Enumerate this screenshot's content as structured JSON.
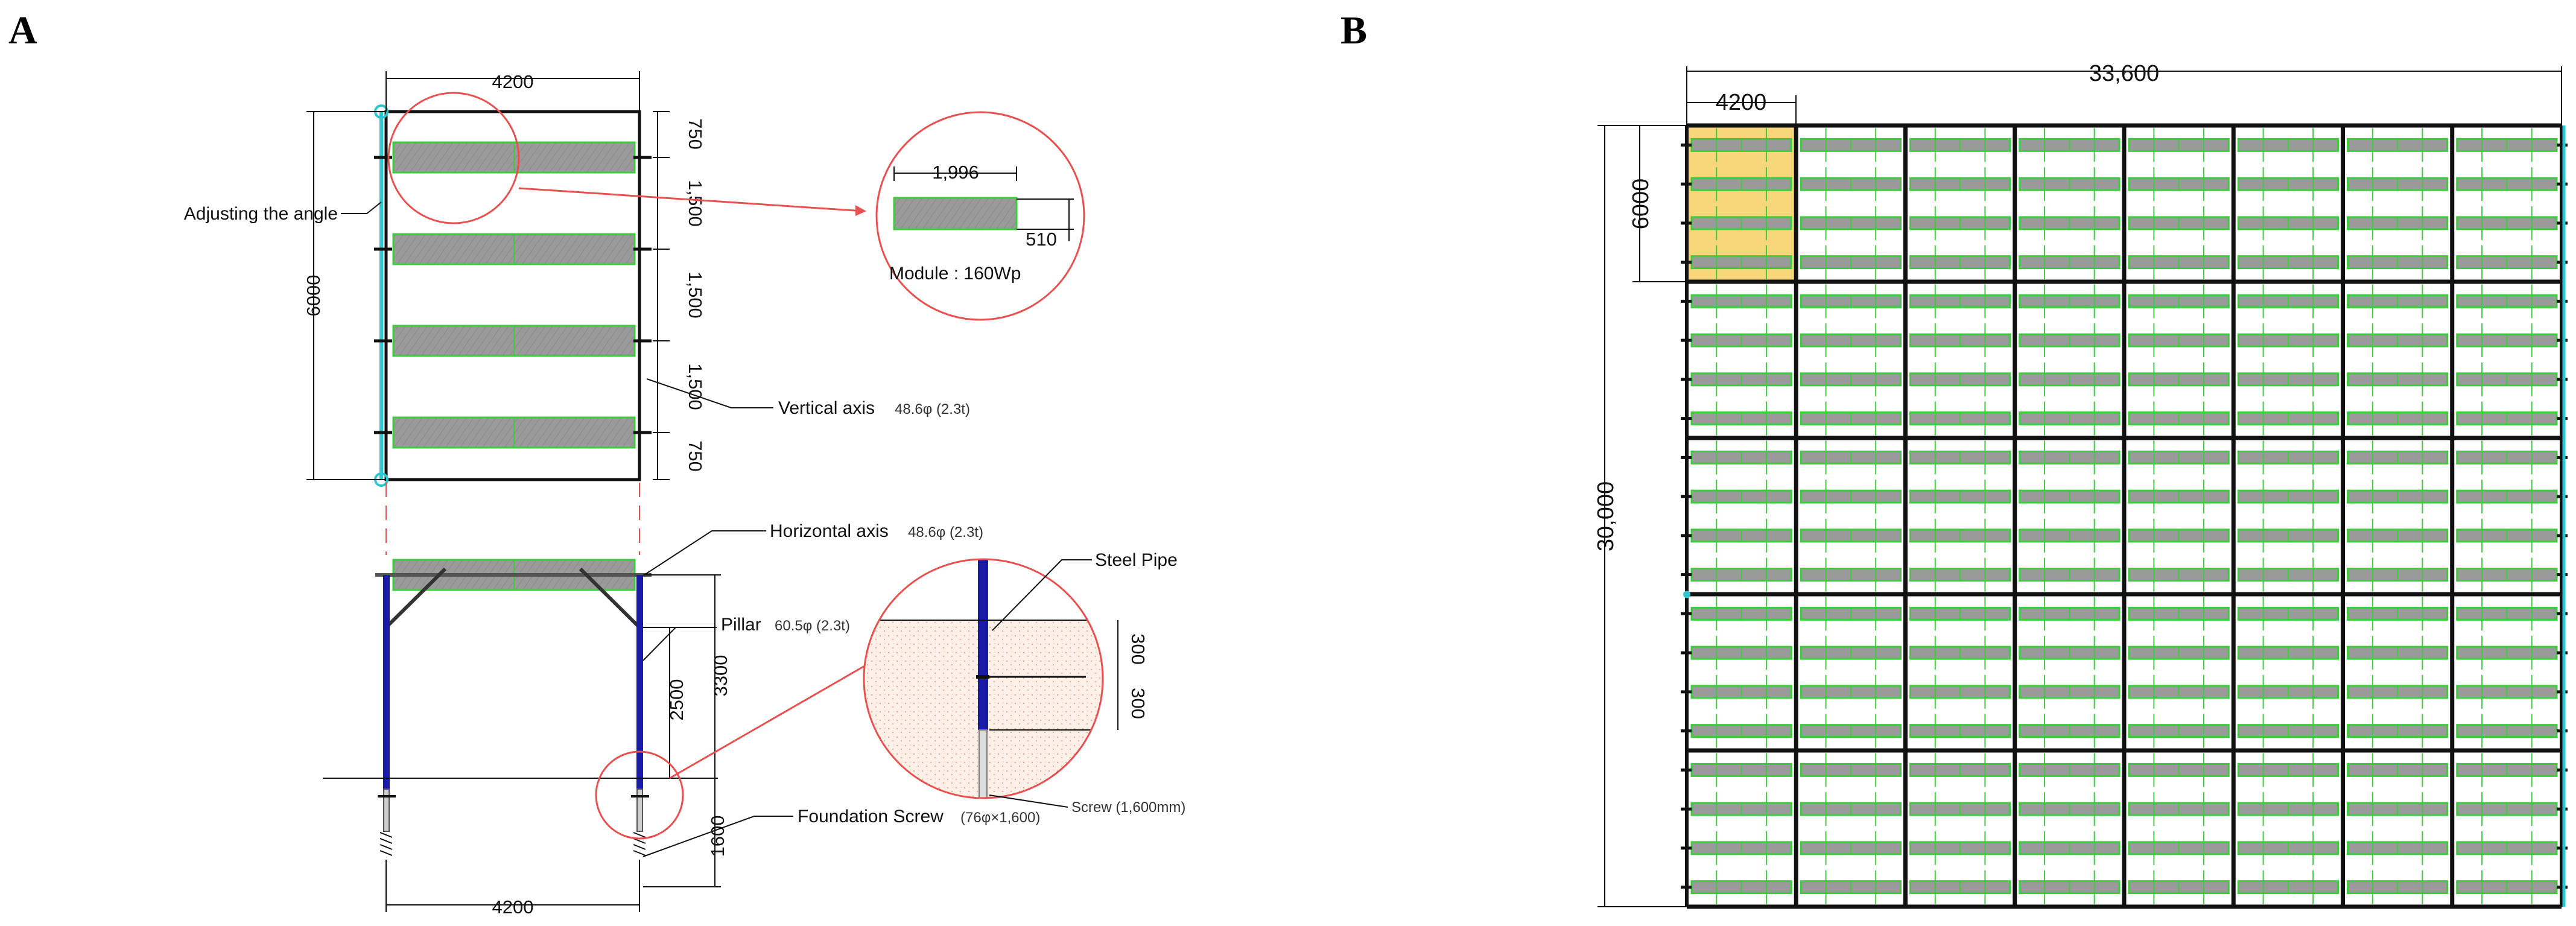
{
  "panels": {
    "a": "A",
    "b": "B"
  },
  "panel_a": {
    "top_width": "4200",
    "height": "6000",
    "spacings": [
      "750",
      "1,500",
      "1,500",
      "1,500",
      "750"
    ],
    "callout": {
      "module_width": "1,996",
      "module_height": "510",
      "module_label": "Module : 160Wp"
    },
    "labels": {
      "adjusting_angle": "Adjusting the angle",
      "vertical_axis": "Vertical axis",
      "vertical_axis_spec": "48.6φ (2.3t)",
      "horizontal_axis": "Horizontal axis",
      "horizontal_axis_spec": "48.6φ (2.3t)",
      "pillar": "Pillar",
      "pillar_spec": "60.5φ (2.3t)",
      "steel_pipe": "Steel Pipe",
      "foundation_screw": "Foundation Screw",
      "foundation_screw_spec": "(76φ×1,600)",
      "screw": "Screw (1,600mm)"
    },
    "side_dims": {
      "total_height": "3300",
      "pillar_height": "2500",
      "embed_depth": "1600",
      "pipe_upper": "300",
      "pipe_lower": "300",
      "bottom_width": "4200"
    }
  },
  "panel_b": {
    "total_width": "33,600",
    "unit_width": "4200",
    "unit_height": "6000",
    "total_height": "30,000",
    "grid_columns": 8,
    "grid_rows": 5,
    "highlighted_cell": "top-left"
  },
  "colors": {
    "module_fill": "#9a9a9a",
    "module_edge": "#3dcc3d",
    "pillar": "#1a1aa8",
    "callout_circle": "#e85050",
    "highlight": "#f7d77a",
    "cyan": "#2cc7cf",
    "soil": "#fbe8dc"
  }
}
